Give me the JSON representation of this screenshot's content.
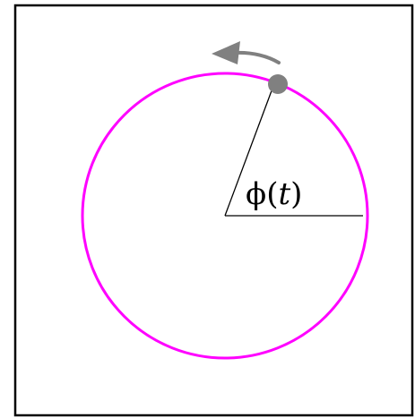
{
  "colors": {
    "frame": "#000000",
    "circle": "#ff00ff",
    "radius_line": "#000000",
    "point": "#808080",
    "arrow": "#808080",
    "label": "#000000",
    "background": "#ffffff"
  },
  "label": {
    "phi": "ϕ",
    "open_paren": "(",
    "variable": "t",
    "close_paren": ")"
  },
  "icons": {
    "point": "moving-point",
    "arrow": "counterclockwise-arrow-icon"
  },
  "angle_degrees": 70,
  "rotation_direction": "counterclockwise"
}
